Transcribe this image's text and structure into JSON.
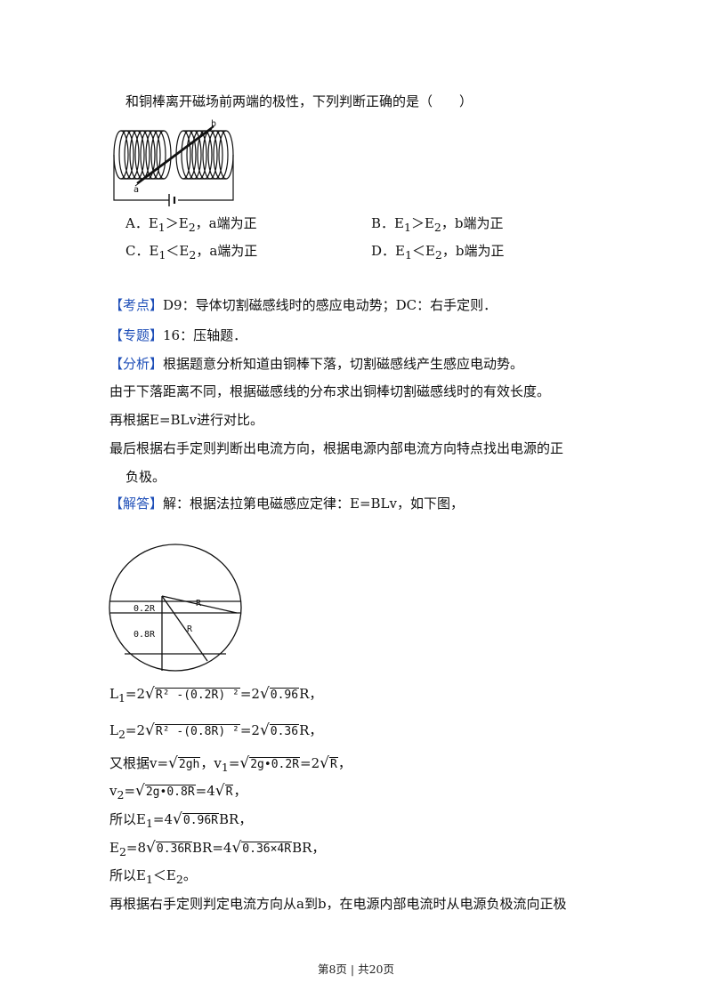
{
  "question": {
    "stem_tail": "和铜棒离开磁场前两端的极性，下列判断正确的是（　　）",
    "figure_label_a": "a",
    "figure_label_b": "b",
    "options": {
      "A": {
        "letter": "A．",
        "text1": "E",
        "sub1": "1",
        "cmp": "＞",
        "text2": "E",
        "sub2": "2",
        "tail": "，a端为正"
      },
      "B": {
        "letter": "B．",
        "text1": "E",
        "sub1": "1",
        "cmp": "＞",
        "text2": "E",
        "sub2": "2",
        "tail": "，b端为正"
      },
      "C": {
        "letter": "C．",
        "text1": "E",
        "sub1": "1",
        "cmp": "＜",
        "text2": "E",
        "sub2": "2",
        "tail": "，a端为正"
      },
      "D": {
        "letter": "D．",
        "text1": "E",
        "sub1": "1",
        "cmp": "＜",
        "text2": "E",
        "sub2": "2",
        "tail": "，b端为正"
      }
    }
  },
  "analysis": {
    "kaodian_tag": "【考点】",
    "kaodian_text": "D9：导体切割磁感线时的感应电动势；DC：右手定则．",
    "zhuanti_tag": "【专题】",
    "zhuanti_text": "16：压轴题．",
    "fenxi_tag": "【分析】",
    "fenxi_text": "根据题意分析知道由铜棒下落，切割磁感线产生感应电动势。",
    "line2": "由于下落距离不同，根据磁感线的分布求出铜棒切割磁感线时的有效长度。",
    "line3": "再根据E=BLv进行对比。",
    "line4": "最后根据右手定则判断出电流方向，根据电源内部电流方向特点找出电源的正",
    "line5": "负极。",
    "jieda_tag": "【解答】",
    "jieda_text": "解：根据法拉第电磁感应定律：E=BLv，如下图，"
  },
  "circle_figure": {
    "label_02R": "0.2R",
    "label_08R": "0.8R",
    "label_R1": "R",
    "label_R2": "R"
  },
  "equations": {
    "l1_pre": "L",
    "l1_sub": "1",
    "l1_eq": "=2",
    "l1_rad": "R² -(0.2R) ²",
    "l1_mid": "=2",
    "l1_rad2": "0.96",
    "l1_post": "R，",
    "l2_pre": "L",
    "l2_sub": "2",
    "l2_eq": "=2",
    "l2_rad": "R² -(0.8R) ²",
    "l2_mid": "=2",
    "l2_rad2": "0.36",
    "l2_post": "R，",
    "v_pre": "又根据v=",
    "v_rad": "2gh",
    "v_mid": "，v",
    "v_sub": "1",
    "v_eq": "=",
    "v_rad2": "2g•0.2R",
    "v_mid2": "=2",
    "v_rad3": "R",
    "v_post": "，",
    "v2_pre": "v",
    "v2_sub": "2",
    "v2_eq": "=",
    "v2_rad": "2g•0.8R",
    "v2_mid": "=4",
    "v2_rad2": "R",
    "v2_post": "，",
    "e1_pre": "所以E",
    "e1_sub": "1",
    "e1_eq": "=4",
    "e1_rad": "0.96R",
    "e1_post": "BR，",
    "e2_pre": "E",
    "e2_sub": "2",
    "e2_eq": "=8",
    "e2_rad": "0.36R",
    "e2_mid": "BR=4",
    "e2_rad2": "0.36×4R",
    "e2_post": "BR，",
    "cmp_pre": "所以E",
    "cmp_sub1": "1",
    "cmp_op": "＜E",
    "cmp_sub2": "2",
    "cmp_post": "。",
    "last": "再根据右手定则判定电流方向从a到b，在电源内部电流时从电源负极流向正极"
  },
  "footer": "第8页 | 共20页"
}
